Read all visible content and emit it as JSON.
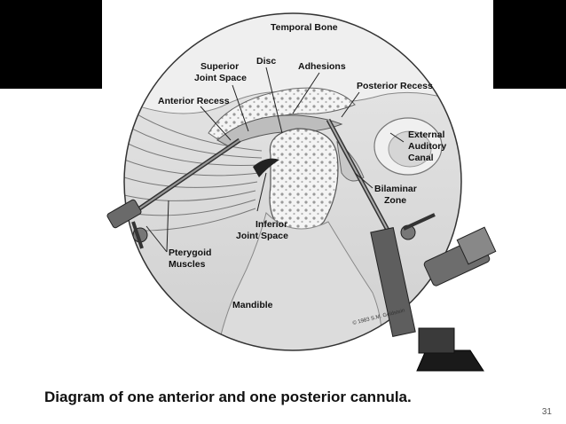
{
  "slide": {
    "caption": "Diagram of one anterior and one posterior cannula.",
    "page_number": "31"
  },
  "diagram": {
    "labels": {
      "temporal_bone": "Temporal Bone",
      "disc": "Disc",
      "adhesions": "Adhesions",
      "superior_line1": "Superior",
      "superior_line2": "Joint Space",
      "posterior_recess": "Posterior Recess",
      "anterior_recess": "Anterior Recess",
      "external_line1": "External",
      "external_line2": "Auditory",
      "external_line3": "Canal",
      "bilaminar_line1": "Bilaminar",
      "bilaminar_line2": "Zone",
      "inferior_line1": "Inferior",
      "inferior_line2": "Joint Space",
      "pterygoid_line1": "Pterygoid",
      "pterygoid_line2": "Muscles",
      "mandible": "Mandible",
      "copyright": "© 1983 S.M. Goldstein"
    }
  },
  "colors": {
    "background": "#ffffff",
    "bars": "#000000",
    "circle_fill": "#d9d9d9",
    "bone": "#f2f2f2",
    "instrument": "#555555"
  }
}
